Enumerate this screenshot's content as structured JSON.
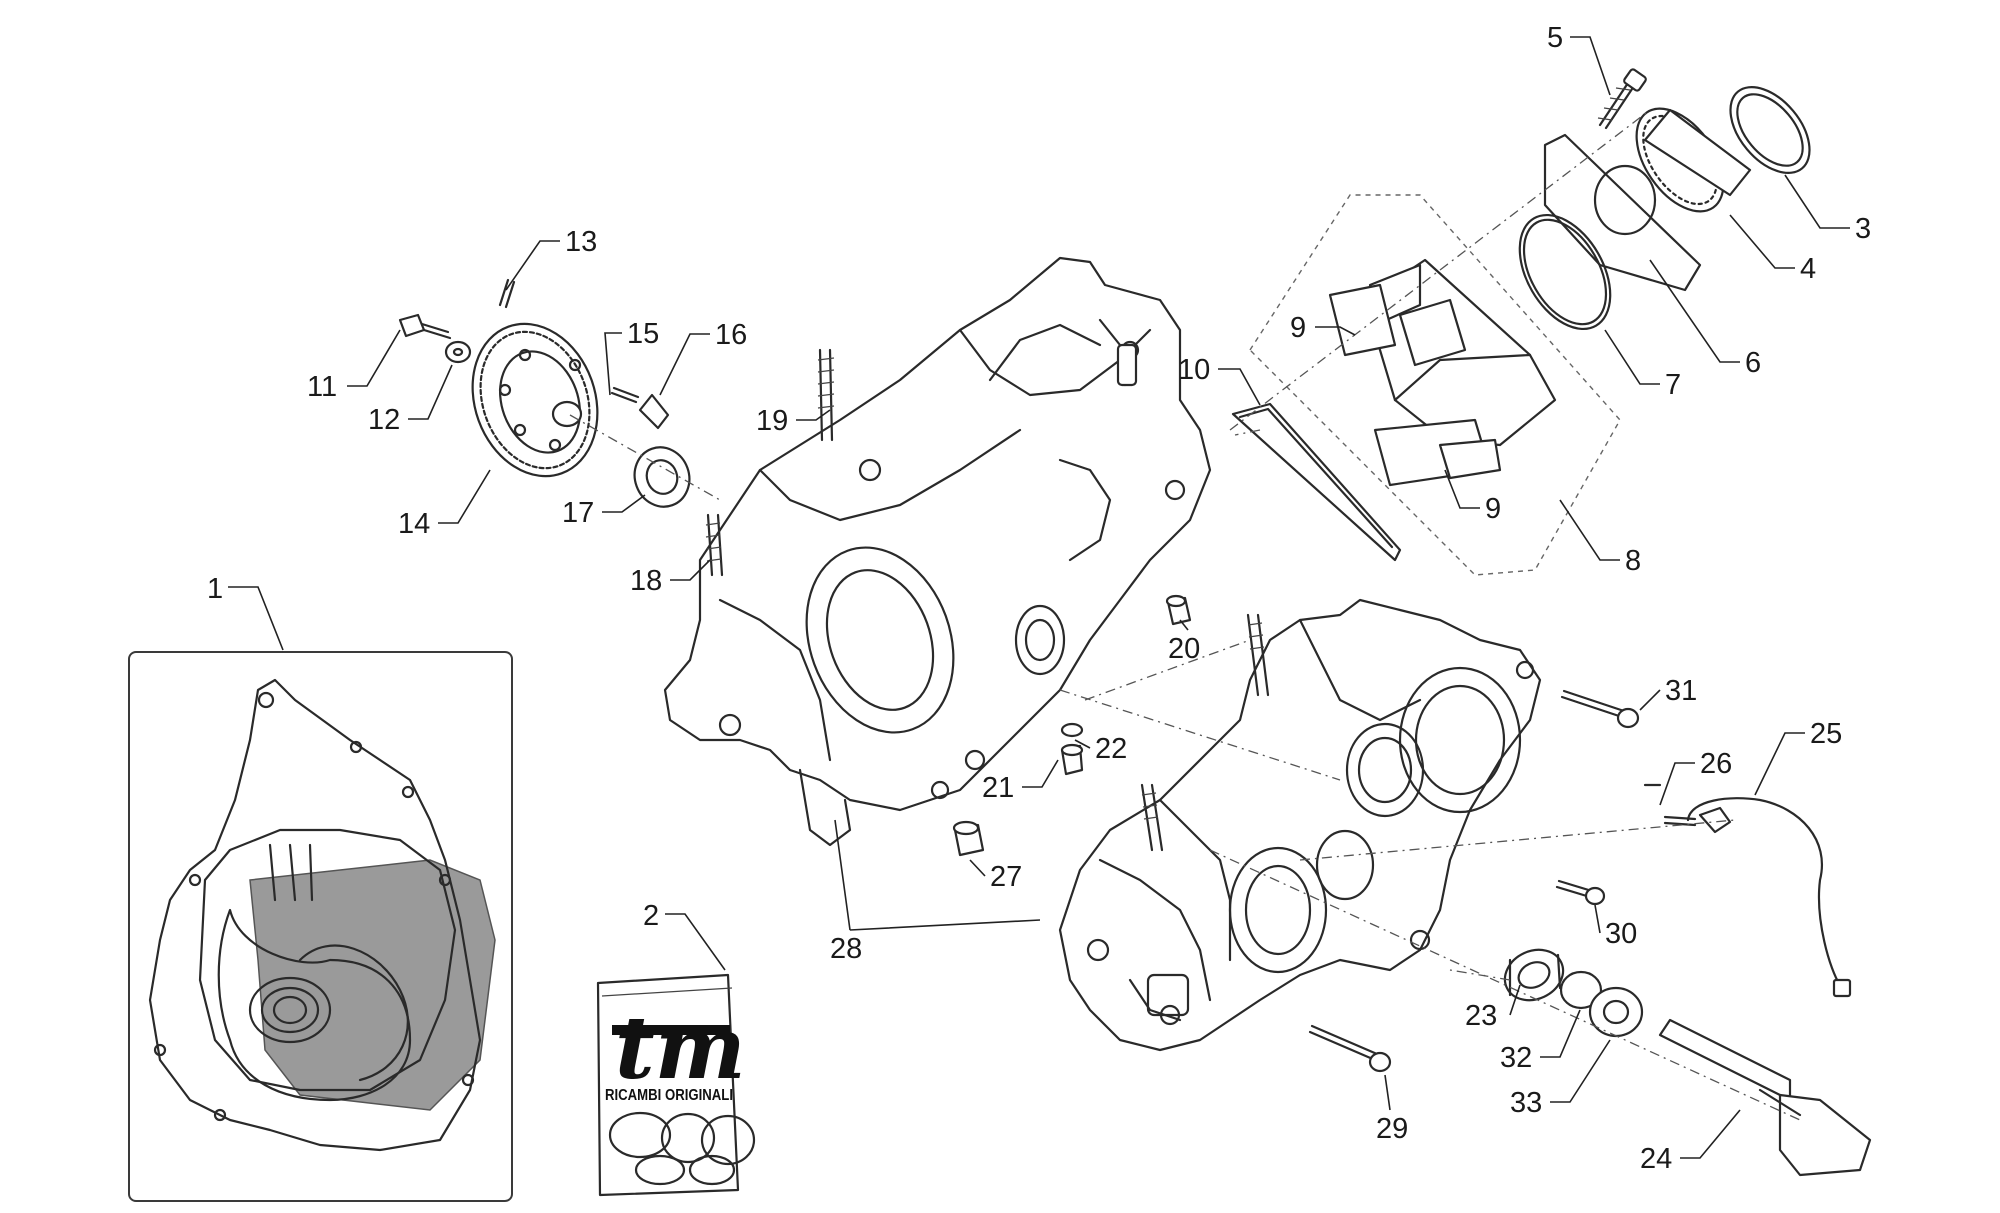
{
  "callouts": [
    {
      "n": "1"
    },
    {
      "n": "2"
    },
    {
      "n": "3"
    },
    {
      "n": "4"
    },
    {
      "n": "5"
    },
    {
      "n": "6"
    },
    {
      "n": "7"
    },
    {
      "n": "8"
    },
    {
      "n": "9"
    },
    {
      "n": "9"
    },
    {
      "n": "10"
    },
    {
      "n": "11"
    },
    {
      "n": "12"
    },
    {
      "n": "13"
    },
    {
      "n": "14"
    },
    {
      "n": "15"
    },
    {
      "n": "16"
    },
    {
      "n": "17"
    },
    {
      "n": "18"
    },
    {
      "n": "19"
    },
    {
      "n": "20"
    },
    {
      "n": "21"
    },
    {
      "n": "22"
    },
    {
      "n": "23"
    },
    {
      "n": "24"
    },
    {
      "n": "25"
    },
    {
      "n": "26"
    },
    {
      "n": "27"
    },
    {
      "n": "28"
    },
    {
      "n": "29"
    },
    {
      "n": "30"
    },
    {
      "n": "31"
    },
    {
      "n": "32"
    },
    {
      "n": "33"
    }
  ],
  "parts_bag": {
    "logo": "tm",
    "label": "RICAMBI ORIGINALI"
  }
}
